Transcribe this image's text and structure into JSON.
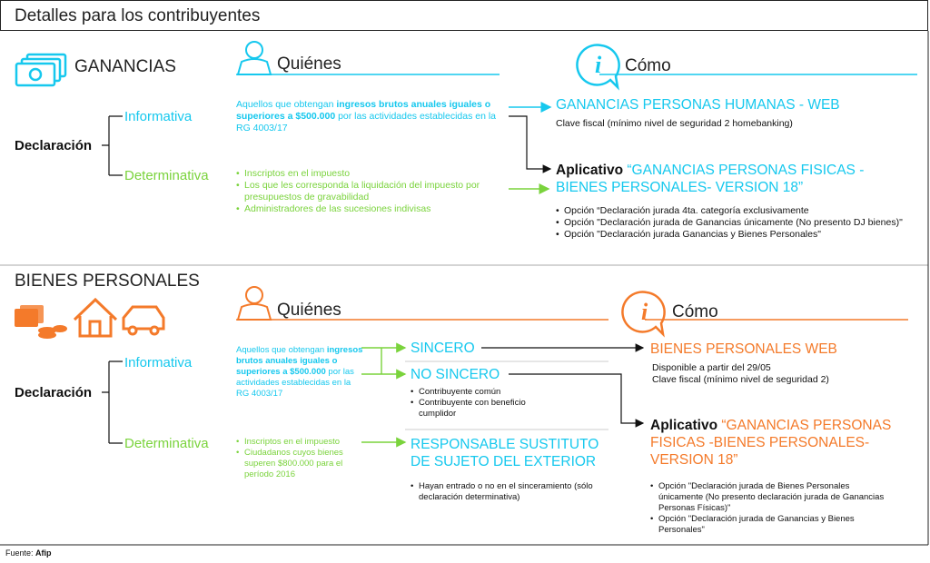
{
  "header": {
    "title": "Detalles para los contribuyentes"
  },
  "ganancias": {
    "title": "GANANCIAS",
    "quienes_label": "Quiénes",
    "como_label": "Cómo",
    "declaracion": "Declaración",
    "informativa": "Informativa",
    "determinativa": "Determinativa",
    "inf_text": {
      "pre": "Aquellos que obtengan ",
      "bold": "ingresos brutos anuales iguales o superiores a $500.000",
      "post": " por las actividades establecidas en la RG 4003/17"
    },
    "det_items": [
      "Inscriptos en el impuesto",
      "Los que les corresponda la liquidación del impuesto por presupuestos de gravabilidad",
      "Administradores de las sucesiones indivisas"
    ],
    "web_title": "GANANCIAS PERSONAS HUMANAS - WEB",
    "web_sub": "Clave fiscal (mínimo nivel de seguridad 2 homebanking)",
    "app_bold": "Aplicativo",
    "app_title": " “GANANCIAS PERSONAS FISICAS -BIENES PERSONALES- VERSION 18”",
    "app_items": [
      "Opción “Declaración jurada 4ta. categoría exclusivamente",
      "Opción \"Declaración jurada de Ganancias únicamente (No presento DJ bienes)\"",
      "Opción \"Declaración jurada Ganancias y Bienes Personales\""
    ]
  },
  "bienes": {
    "title": "BIENES PERSONALES",
    "quienes_label": "Quiénes",
    "como_label": "Cómo",
    "declaracion": "Declaración",
    "informativa": "Informativa",
    "determinativa": "Determinativa",
    "inf_text": {
      "pre": "Aquellos que obtengan ",
      "bold": "ingresos brutos anuales iguales o superiores a $500.000",
      "post": " por las actividades establecidas en la RG 4003/17"
    },
    "det_items": [
      "Inscriptos en el impuesto",
      "Ciudadanos cuyos bienes superen $800.000 para el período 2016"
    ],
    "sincero": "SINCERO",
    "no_sincero": "NO SINCERO",
    "no_sincero_items": [
      "Contribuyente común",
      "Contribuyente con beneficio cumplidor"
    ],
    "responsable": "RESPONSABLE SUSTITUTO DE SUJETO DEL EXTERIOR",
    "responsable_items": [
      "Hayan entrado o no en el sinceramiento (sólo declaración determinativa)"
    ],
    "web_title": "BIENES PERSONALES WEB",
    "web_sub1": "Disponible a partir del 29/05",
    "web_sub2": "Clave fiscal (mínimo nivel de seguridad 2)",
    "app_bold": "Aplicativo",
    "app_title": " “GANANCIAS PERSONAS FISICAS -BIENES PERSONALES- VERSION 18”",
    "app_items": [
      "Opción \"Declaración jurada de Bienes Personales únicamente (No presento declaración jurada de Ganancias Personas Físicas)\"",
      "Opción \"Declaración jurada de Ganancias y Bienes Personales\""
    ]
  },
  "footer": {
    "label": "Fuente:",
    "source": "Afip"
  },
  "colors": {
    "cyan": "#16c8ee",
    "orange": "#f47a2a",
    "green": "#7ad33c"
  },
  "icons": [
    "money-icon",
    "person-icon",
    "info-icon",
    "house-icon",
    "car-icon"
  ]
}
